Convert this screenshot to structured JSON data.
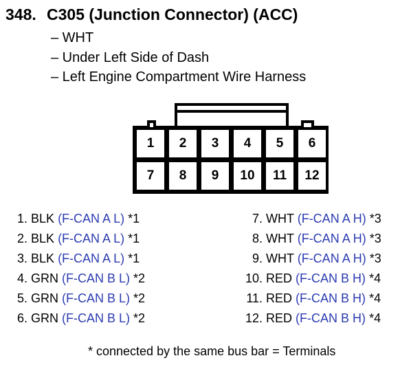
{
  "title": {
    "number": "348.",
    "text": "C305 (Junction Connector) (ACC)"
  },
  "details": [
    "– WHT",
    "– Under Left Side of Dash",
    "– Left Engine Compartment Wire Harness"
  ],
  "connector": {
    "top_row": [
      "1",
      "2",
      "3",
      "4",
      "5",
      "6"
    ],
    "bottom_row": [
      "7",
      "8",
      "9",
      "10",
      "11",
      "12"
    ]
  },
  "pins_left": [
    {
      "num": "1.",
      "wire": "BLK",
      "signal": "(F-CAN A L)",
      "note": "*1"
    },
    {
      "num": "2.",
      "wire": "BLK",
      "signal": "(F-CAN A L)",
      "note": "*1"
    },
    {
      "num": "3.",
      "wire": "BLK",
      "signal": "(F-CAN A L)",
      "note": "*1"
    },
    {
      "num": "4.",
      "wire": "GRN",
      "signal": "(F-CAN B L)",
      "note": "*2"
    },
    {
      "num": "5.",
      "wire": "GRN",
      "signal": "(F-CAN B L)",
      "note": "*2"
    },
    {
      "num": "6.",
      "wire": "GRN",
      "signal": "(F-CAN B L)",
      "note": "*2"
    }
  ],
  "pins_right": [
    {
      "num": "7.",
      "wire": "WHT",
      "signal": "(F-CAN A H)",
      "note": "*3"
    },
    {
      "num": "8.",
      "wire": "WHT",
      "signal": "(F-CAN A H)",
      "note": "*3"
    },
    {
      "num": "9.",
      "wire": "WHT",
      "signal": "(F-CAN A H)",
      "note": "*3"
    },
    {
      "num": "10.",
      "wire": "RED",
      "signal": "(F-CAN B H)",
      "note": "*4"
    },
    {
      "num": "11.",
      "wire": "RED",
      "signal": "(F-CAN B H)",
      "note": "*4"
    },
    {
      "num": "12.",
      "wire": "RED",
      "signal": "(F-CAN B H)",
      "note": "*4"
    }
  ],
  "footnote": "* connected by the same bus bar = Terminals",
  "colors": {
    "signal_text": "#2b3bb0",
    "text": "#000000"
  }
}
